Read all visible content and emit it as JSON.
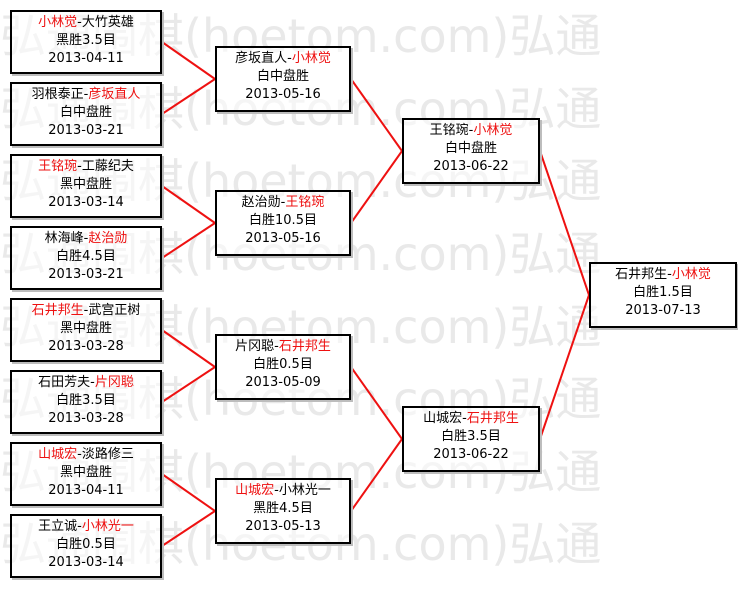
{
  "watermark": {
    "line_text": "弘通围棋(hoetom.com)弘通"
  },
  "colors": {
    "winner": "#ee1111",
    "line": "#ee1111",
    "border": "#000000"
  },
  "matches": [
    {
      "id": "r1_1",
      "p1": "小林觉",
      "p2": "大竹英雄",
      "winner": 1,
      "result": "黑胜3.5目",
      "date": "2013-04-11"
    },
    {
      "id": "r1_2",
      "p1": "羽根泰正",
      "p2": "彦坂直人",
      "winner": 2,
      "result": "白中盘胜",
      "date": "2013-03-21"
    },
    {
      "id": "r1_3",
      "p1": "王铭琬",
      "p2": "工藤纪夫",
      "winner": 1,
      "result": "黑中盘胜",
      "date": "2013-03-14"
    },
    {
      "id": "r1_4",
      "p1": "林海峰",
      "p2": "赵治勋",
      "winner": 2,
      "result": "白胜4.5目",
      "date": "2013-03-21"
    },
    {
      "id": "r1_5",
      "p1": "石井邦生",
      "p2": "武宫正树",
      "winner": 1,
      "result": "黑中盘胜",
      "date": "2013-03-28"
    },
    {
      "id": "r1_6",
      "p1": "石田芳夫",
      "p2": "片冈聪",
      "winner": 2,
      "result": "白胜3.5目",
      "date": "2013-03-28"
    },
    {
      "id": "r1_7",
      "p1": "山城宏",
      "p2": "淡路修三",
      "winner": 1,
      "result": "黑中盘胜",
      "date": "2013-04-11"
    },
    {
      "id": "r1_8",
      "p1": "王立诚",
      "p2": "小林光一",
      "winner": 2,
      "result": "白胜0.5目",
      "date": "2013-03-14"
    },
    {
      "id": "r2_1",
      "p1": "彦坂直人",
      "p2": "小林觉",
      "winner": 2,
      "result": "白中盘胜",
      "date": "2013-05-16"
    },
    {
      "id": "r2_2",
      "p1": "赵治勋",
      "p2": "王铭琬",
      "winner": 2,
      "result": "白胜10.5目",
      "date": "2013-05-16"
    },
    {
      "id": "r2_3",
      "p1": "片冈聪",
      "p2": "石井邦生",
      "winner": 2,
      "result": "白胜0.5目",
      "date": "2013-05-09"
    },
    {
      "id": "r2_4",
      "p1": "山城宏",
      "p2": "小林光一",
      "winner": 1,
      "result": "黑胜4.5目",
      "date": "2013-05-13"
    },
    {
      "id": "r3_1",
      "p1": "王铭琬",
      "p2": "小林觉",
      "winner": 2,
      "result": "白中盘胜",
      "date": "2013-06-22"
    },
    {
      "id": "r3_2",
      "p1": "山城宏",
      "p2": "石井邦生",
      "winner": 2,
      "result": "白胜3.5目",
      "date": "2013-06-22"
    },
    {
      "id": "final",
      "p1": "石井邦生",
      "p2": "小林觉",
      "winner": 2,
      "result": "白胜1.5目",
      "date": "2013-07-13"
    }
  ]
}
